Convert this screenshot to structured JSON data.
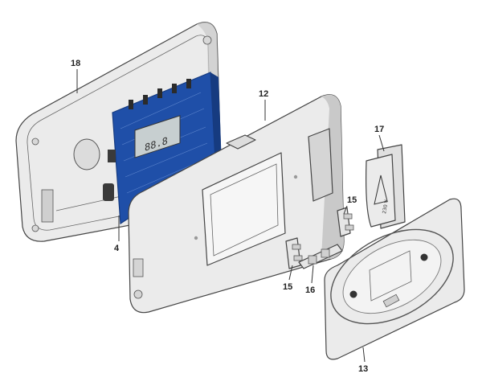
{
  "figure": {
    "colors": {
      "housing": "#ebebeb",
      "housing_shade": "#c9c9c9",
      "pcb": "#1f4fa8",
      "pcb_dark": "#163b80",
      "lcd": "#c7cfd0",
      "outline": "#444444"
    },
    "callouts": [
      {
        "id": "c18",
        "text": "18"
      },
      {
        "id": "c4",
        "text": "4"
      },
      {
        "id": "c12",
        "text": "12"
      },
      {
        "id": "c17",
        "text": "17"
      },
      {
        "id": "c15a",
        "text": "15"
      },
      {
        "id": "c15b",
        "text": "15"
      },
      {
        "id": "c16",
        "text": "16"
      },
      {
        "id": "c13",
        "text": "13"
      }
    ],
    "lcd_readout": "88.8",
    "warning_label": "230 V"
  }
}
